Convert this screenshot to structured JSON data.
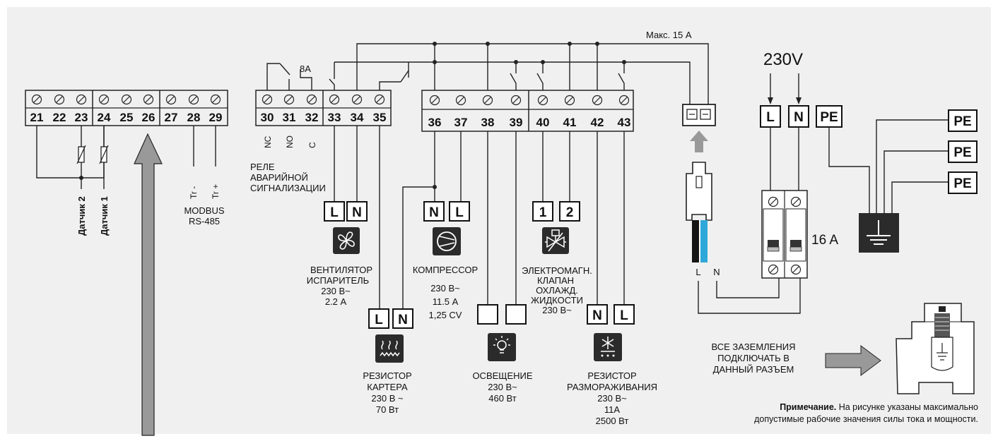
{
  "left_block": {
    "terminals": [
      "21",
      "22",
      "23",
      "24",
      "25",
      "26",
      "27",
      "28",
      "29"
    ],
    "sensor2": "Датчик 2",
    "sensor1": "Датчик 1",
    "tr_minus": "Tr -",
    "tr_plus": "Tr +",
    "modbus_line1": "MODBUS",
    "modbus_line2": "RS-485"
  },
  "alarm_block": {
    "terminals": [
      "30",
      "31",
      "32",
      "33",
      "34",
      "35"
    ],
    "rating": "8A",
    "nc": "NC",
    "no": "NO",
    "c": "C",
    "caption": [
      "РЕЛЕ",
      "АВАРИЙНОЙ",
      "СИГНАЛИЗАЦИИ"
    ]
  },
  "main_block": {
    "terminals": [
      "36",
      "37",
      "38",
      "39",
      "40",
      "41",
      "42",
      "43"
    ],
    "max_current": "Макс. 15 А"
  },
  "loads": {
    "fan": {
      "l": "L",
      "n": "N",
      "icon": "fan-icon",
      "caption": [
        "ВЕНТИЛЯТОР",
        "ИСПАРИТЕЛЬ",
        "230 В~",
        "2.2 А"
      ]
    },
    "compressor": {
      "n": "N",
      "l": "L",
      "icon": "compressor-icon",
      "caption": [
        "КОМПРЕССОР",
        "230 В~",
        "11.5 А",
        "1,25 CV"
      ]
    },
    "valve": {
      "t1": "1",
      "t2": "2",
      "icon": "solenoid-valve-icon",
      "caption": [
        "ЭЛЕКТРОМАГН.",
        "КЛАПАН",
        "ОХЛАЖД.",
        "ЖИДКОСТИ",
        "230 В~"
      ]
    },
    "crankcase": {
      "l": "L",
      "n": "N",
      "icon": "heater-icon",
      "caption": [
        "РЕЗИСТОР",
        "КАРТЕРА",
        "230 В ~",
        "70 Вт"
      ]
    },
    "light": {
      "icon": "light-bulb-icon",
      "caption": [
        "ОСВЕЩЕНИЕ",
        "230 В~",
        "460 Вт"
      ]
    },
    "defrost": {
      "n": "N",
      "l": "L",
      "icon": "defrost-icon",
      "caption": [
        "РЕЗИСТОР",
        "РАЗМОРАЖИВАНИЯ",
        "230 В~",
        "11А",
        "2500 Вт"
      ]
    }
  },
  "power": {
    "voltage": "230V",
    "l": "L",
    "n": "N",
    "pe": "PE",
    "breaker": "16 A",
    "plug_l": "L",
    "plug_n": "N",
    "pe_labels": [
      "PE",
      "PE",
      "PE"
    ]
  },
  "earth_note": [
    "ВСЕ ЗАЗЕМЛЕНИЯ",
    "ПОДКЛЮЧАТЬ В",
    "ДАННЫЙ РАЗЪЕМ"
  ],
  "note": {
    "bold": "Примечание.",
    "text1": " На рисунке указаны максимально",
    "text2": "допустимые рабочие значения силы тока и мощности."
  }
}
